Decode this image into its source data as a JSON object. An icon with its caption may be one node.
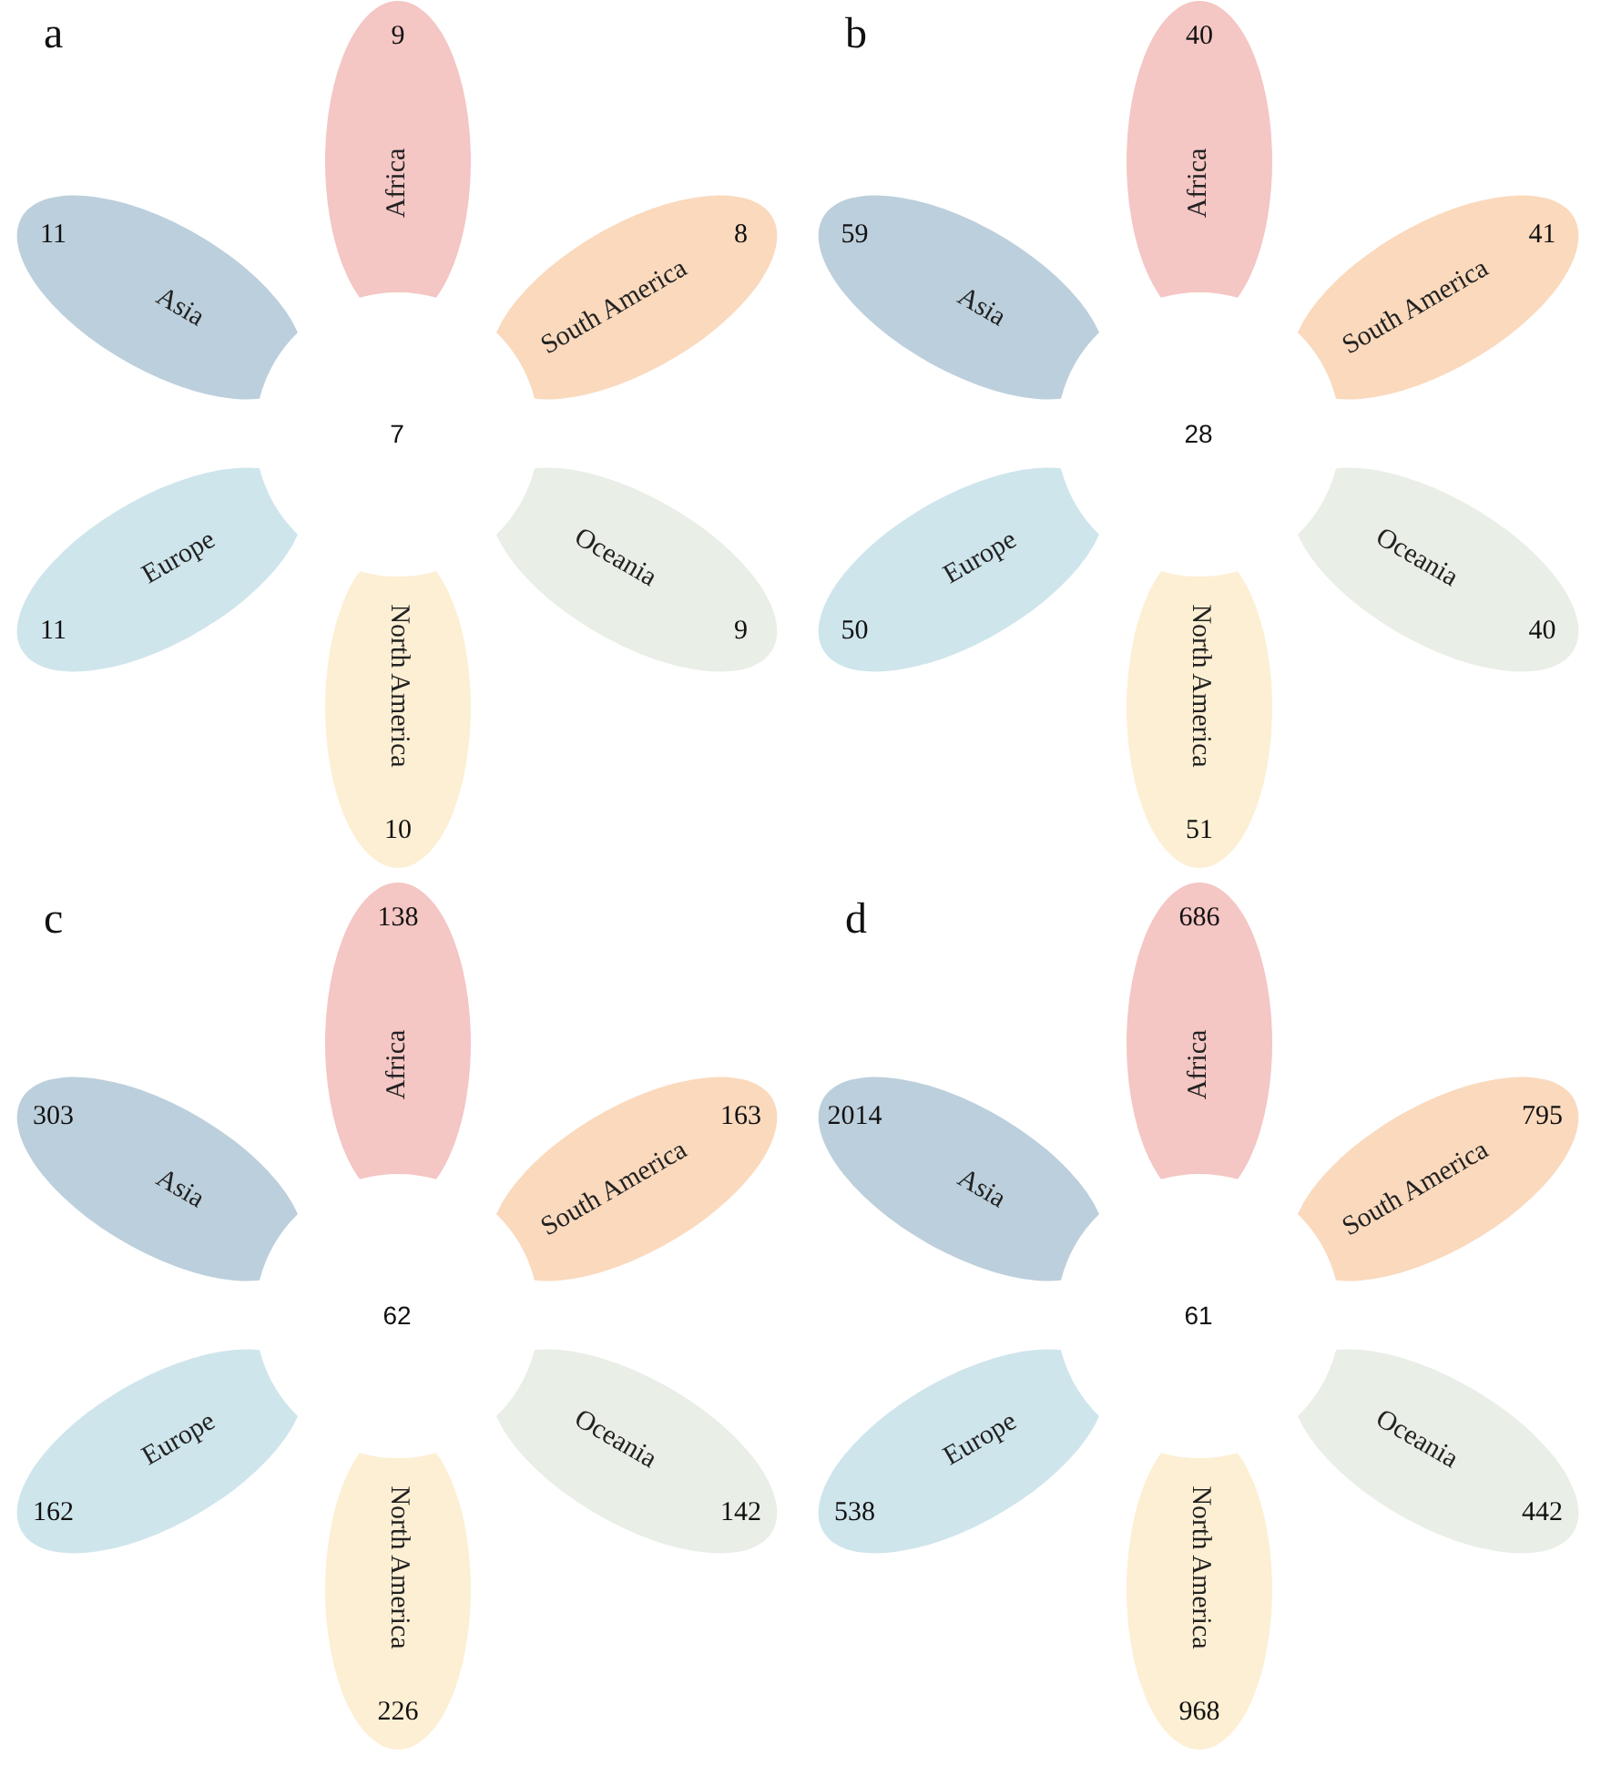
{
  "diagram": {
    "nodes": [
      {
        "text": [
          "Africa",
          "9"
        ]
      },
      {
        "text": [
          "Asia",
          "11"
        ]
      },
      {
        "text": [
          "South America",
          "8"
        ]
      },
      {
        "text": [
          "7"
        ]
      },
      {
        "text": [
          "Europe",
          "11"
        ]
      },
      {
        "text": [
          "Oceania",
          "9"
        ]
      },
      {
        "text": [
          "North America",
          "10"
        ]
      },
      {
        "text": [
          "Africa",
          "40"
        ]
      },
      {
        "text": [
          "Asia",
          "59"
        ]
      },
      {
        "text": [
          "South America",
          "41"
        ]
      },
      {
        "text": [
          "28"
        ]
      },
      {
        "text": [
          "Europe",
          "50"
        ]
      },
      {
        "text": [
          "Oceania",
          "40"
        ]
      },
      {
        "text": [
          "North America",
          "51"
        ]
      },
      {
        "text": [
          "Africa",
          "138"
        ]
      },
      {
        "text": [
          "Asia",
          "303"
        ]
      },
      {
        "text": [
          "South America",
          "163"
        ]
      },
      {
        "text": [
          "62"
        ]
      },
      {
        "text": [
          "Europe",
          "162"
        ]
      },
      {
        "text": [
          "Oceania",
          "142"
        ]
      },
      {
        "text": [
          "North America",
          "226"
        ]
      },
      {
        "text": [
          "Africa",
          "686"
        ]
      },
      {
        "text": [
          "Asia",
          "2014"
        ]
      },
      {
        "text": [
          "South America",
          "795"
        ]
      },
      {
        "text": [
          "61"
        ]
      },
      {
        "text": [
          "Europe",
          "538"
        ]
      },
      {
        "text": [
          "Oceania",
          "442"
        ]
      },
      {
        "text": [
          "North America",
          "968"
        ]
      }
    ],
    "labels": [
      "a",
      "b",
      "c",
      "d"
    ]
  }
}
